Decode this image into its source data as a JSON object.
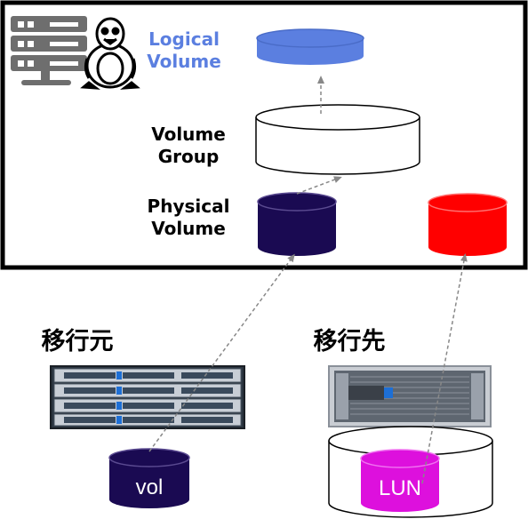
{
  "labels": {
    "logical_volume": [
      "Logical",
      "Volume"
    ],
    "volume_group": [
      "Volume",
      "Group"
    ],
    "physical_volume": [
      "Physical",
      "Volume"
    ],
    "source_title": "移行元",
    "target_title": "移行先",
    "vol": "vol",
    "lun": "LUN"
  },
  "colors": {
    "logical_volume": "#5b7fe0",
    "physical_volume": "#1a0a52",
    "target_disk_red": "#ff0000",
    "vol_disk": "#1a0a52",
    "lun_disk": "#dd10dd",
    "arrow": "#888888",
    "server_icon": "#6e6e6e"
  },
  "icons": {
    "server": "server-rack-icon",
    "linux": "tux-penguin-icon",
    "source_storage": "rack-server-icon",
    "target_storage": "storage-array-icon"
  }
}
